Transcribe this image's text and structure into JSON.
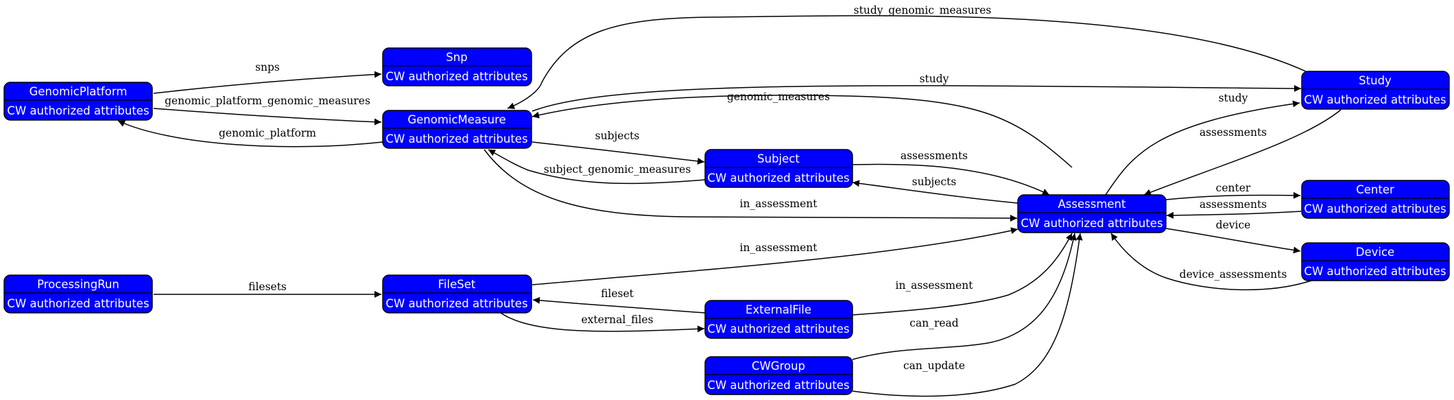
{
  "nodes": {
    "genomic_platform": {
      "title": "GenomicPlatform",
      "subtitle": "CW authorized attributes"
    },
    "snp": {
      "title": "Snp",
      "subtitle": "CW authorized attributes"
    },
    "genomic_measure": {
      "title": "GenomicMeasure",
      "subtitle": "CW authorized attributes"
    },
    "subject": {
      "title": "Subject",
      "subtitle": "CW authorized attributes"
    },
    "assessment": {
      "title": "Assessment",
      "subtitle": "CW authorized attributes"
    },
    "study": {
      "title": "Study",
      "subtitle": "CW authorized attributes"
    },
    "center": {
      "title": "Center",
      "subtitle": "CW authorized attributes"
    },
    "device": {
      "title": "Device",
      "subtitle": "CW authorized attributes"
    },
    "processing_run": {
      "title": "ProcessingRun",
      "subtitle": "CW authorized attributes"
    },
    "file_set": {
      "title": "FileSet",
      "subtitle": "CW authorized attributes"
    },
    "external_file": {
      "title": "ExternalFile",
      "subtitle": "CW authorized attributes"
    },
    "cw_group": {
      "title": "CWGroup",
      "subtitle": "CW authorized attributes"
    }
  },
  "edges": {
    "snps": "snps",
    "genomic_platform_genomic_measures": "genomic_platform_genomic_measures",
    "genomic_platform": "genomic_platform",
    "study_genomic_measures": "study_genomic_measures",
    "study": "study",
    "study_from_assessment": "study",
    "genomic_measures": "genomic_measures",
    "subjects_gm": "subjects",
    "subject_genomic_measures": "subject_genomic_measures",
    "assessments_subject": "assessments",
    "subjects_assessment": "subjects",
    "in_assessment_gm": "in_assessment",
    "assessments_study": "assessments",
    "center": "center",
    "assessments_center": "assessments",
    "device": "device",
    "device_assessments": "device_assessments",
    "filesets": "filesets",
    "in_assessment_fileset": "in_assessment",
    "fileset": "fileset",
    "external_files": "external_files",
    "in_assessment_external": "in_assessment",
    "can_read": "can_read",
    "can_update": "can_update"
  }
}
